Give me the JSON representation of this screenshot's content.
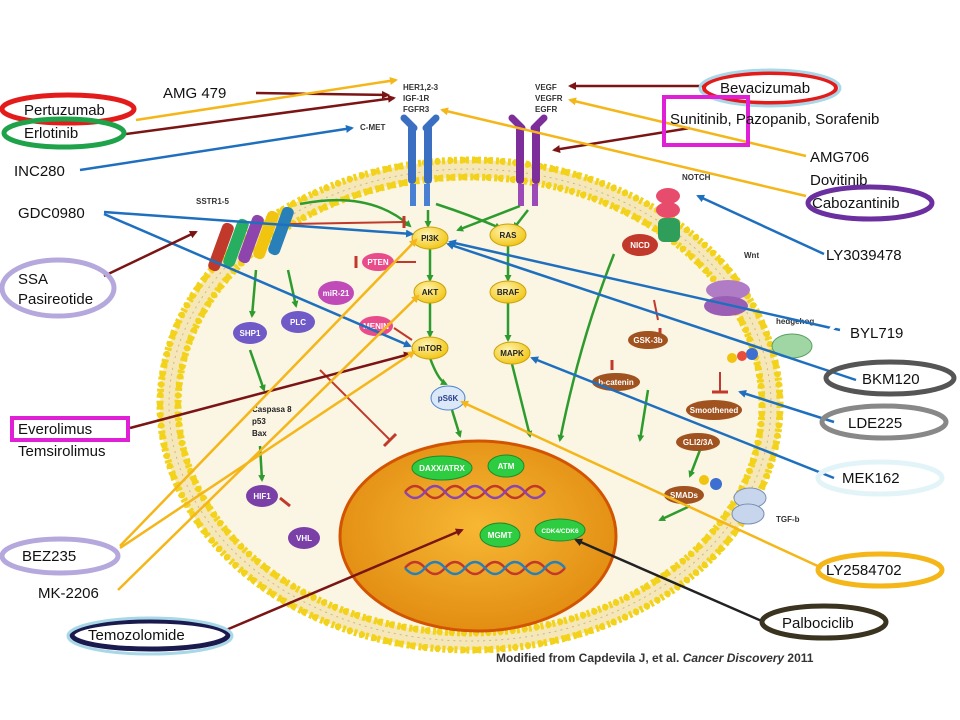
{
  "citation": {
    "prefix": "Modified from Capdevila J, et al. ",
    "journal": "Cancer Discovery",
    "year": " 2011"
  },
  "drugs": {
    "amg479": "AMG 479",
    "pertuzumab": "Pertuzumab",
    "erlotinib": "Erlotinib",
    "inc280": "INC280",
    "gdc0980": "GDC0980",
    "ssa": "SSA",
    "pasireotide": "Pasireotide",
    "everolimus": "Everolimus",
    "temsirolimus": "Temsirolimus",
    "bez235": "BEZ235",
    "mk2206": "MK-2206",
    "temozolomide": "Temozolomide",
    "bevacizumab": "Bevacizumab",
    "sunitinib": "Sunitinib, Pazopanib, Sorafenib",
    "amg706": "AMG706",
    "dovitinib": "Dovitinib",
    "cabozantinib": "Cabozantinib",
    "ly3039478": "LY3039478",
    "byl719": "BYL719",
    "bkm120": "BKM120",
    "lde225": "LDE225",
    "mek162": "MEK162",
    "ly2584702": "LY2584702",
    "palbociclib": "Palbociclib"
  },
  "receptors": {
    "her": "HER1,2-3",
    "igf": "IGF-1R",
    "fgfr": "FGFR3",
    "cmet": "C-MET",
    "vegf": "VEGF",
    "vegfr": "VEGFR",
    "egfr": "EGFR",
    "sstr": "SSTR1-5",
    "notch": "NOTCH",
    "wnt": "Wnt",
    "hedgehog": "hedgehog",
    "tgfb": "TGF-b"
  },
  "nodes": {
    "pi3k": "PI3K",
    "akt": "AKT",
    "mtor": "mTOR",
    "pten": "PTEN",
    "mir21": "miR-21",
    "menin": "MENIN",
    "plc": "PLC",
    "shp1": "SHP1",
    "ras": "RAS",
    "braf": "BRAF",
    "mapk": "MAPK",
    "ps6k": "pS6K",
    "nicd": "NICD",
    "gsk3b": "GSK-3b",
    "bcatenin": "b-catenin",
    "smoothened": "Smoothened",
    "gli": "GLI2/3A",
    "smads": "SMADs",
    "hif1": "HIF1",
    "vhl": "VHL",
    "caspasa": "Caspasa 8",
    "p53": "p53",
    "bax": "Bax",
    "daxx": "DAXX/ATRX",
    "atm": "ATM",
    "mgmt": "MGMT",
    "cdk": "CDK4/CDK6"
  },
  "colors": {
    "membrane_lipid": "#f2d21a",
    "membrane_fill": "#f6e7b9",
    "nucleus": "#f39c12",
    "arrow_brown": "#7b1414",
    "arrow_blue": "#1f6fbf",
    "arrow_yellow": "#f4b619",
    "arrow_black": "#222222",
    "pathway_green": "#2e9b2e",
    "inhibit_red": "#c0392b"
  }
}
